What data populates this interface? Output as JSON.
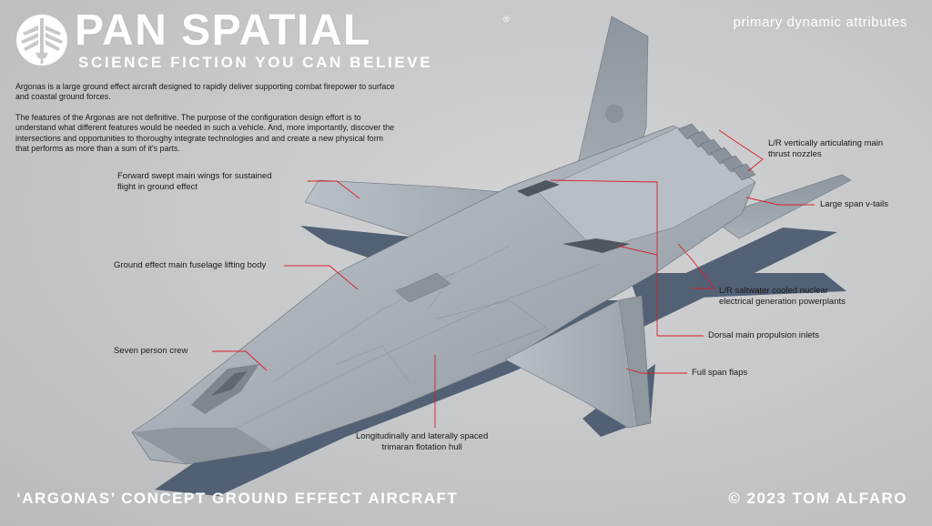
{
  "brand": {
    "name": "PAN SPATIAL",
    "registered_mark": "®",
    "tagline": "SCIENCE FICTION YOU CAN BELIEVE",
    "emblem_icon": "winged-sword-emblem-icon"
  },
  "subtitle": "primary dynamic attributes",
  "intro": {
    "paragraph_1": "Argonas is a large ground effect aircraft designed to rapidly deliver supporting combat firepower to surface and coastal ground forces.",
    "paragraph_2": "The features of the Argonas are not definitive. The purpose of the configuration design effort is to understand what different features would be needed in such a vehicle.  And, more importantly, discover the intersections and opportunities to thoroughy integrate technologies and and create a new physical form that performs as more than a sum of it's parts."
  },
  "callouts": {
    "wings": "Forward swept main wings for sustained\nflight in ground effect",
    "fuselage": "Ground effect main fuselage lifting body",
    "crew": "Seven person crew",
    "hull": "Longitudinally and laterally spaced\ntrimaran flotation hull",
    "nozzles": "L/R vertically articulating main\nthrust nozzles",
    "vtails": "Large span v-tails",
    "powerplants": "L/R saltwater cooled nuclear\nelectrical generation powerplants",
    "inlets": "Dorsal main propulsion inlets",
    "flaps": "Full span flaps"
  },
  "footer": {
    "title": "‘ARGONAS’ CONCEPT GROUND EFFECT AIRCRAFT",
    "copyright": "© 2023 TOM ALFARO"
  },
  "colors": {
    "background": "#c7c8ca",
    "brand_text": "#ffffff",
    "leader_line": "#d6202a",
    "aircraft_hull": "#a9b0b8"
  }
}
